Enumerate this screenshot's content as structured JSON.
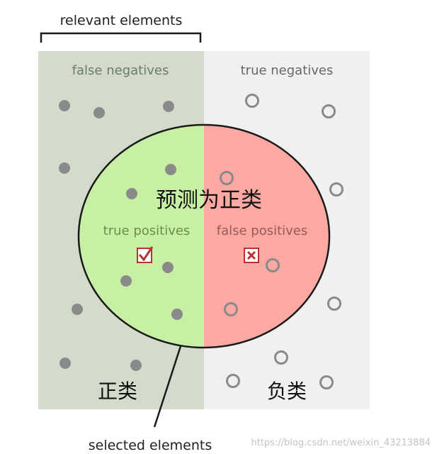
{
  "labels": {
    "relevant": "relevant elements",
    "false_negatives": "false negatives",
    "true_negatives": "true negatives",
    "true_positives": "true positives",
    "false_positives": "false positives",
    "predicted_positive": "预测为正类",
    "positive_class": "正类",
    "negative_class": "负类",
    "selected": "selected elements",
    "watermark": "https://blog.csdn.net/weixin_43213884"
  },
  "colors": {
    "relevant_bg": "#d3dbcb",
    "irrelevant_bg": "#f0f0f0",
    "true_positive_fill": "#c8f0a4",
    "false_positive_fill": "#fda9a3",
    "dot": "#8a8a8a",
    "check": "#b83232"
  },
  "icons": {
    "true_positive_marker": "check-box-icon",
    "false_positive_marker": "cross-box-icon"
  }
}
